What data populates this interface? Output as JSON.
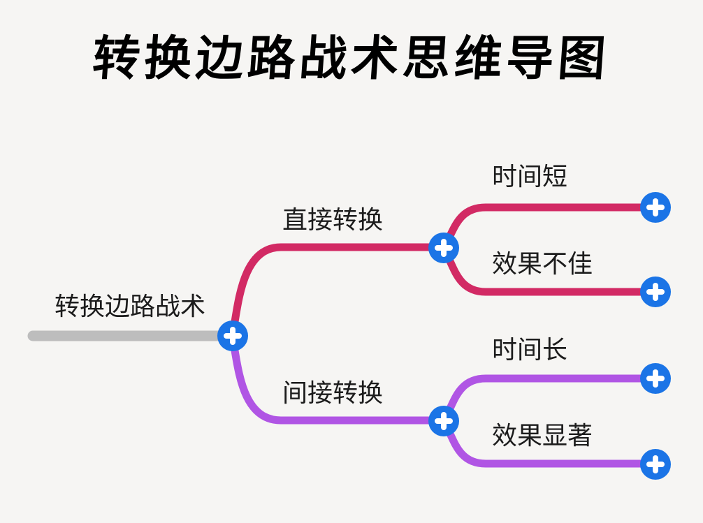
{
  "title": "转换边路战术思维导图",
  "colors": {
    "background": "#f6f5f3",
    "title": "#000000",
    "text": "#1c1c1c",
    "root_line": "#bdbdbd",
    "branch_direct": "#d22a64",
    "branch_indirect": "#b055e4",
    "add_button_bg": "#1b74e6",
    "add_button_glyph": "#ffffff"
  },
  "icons": {
    "add": "plus"
  },
  "mindmap": {
    "add_button_label": "+",
    "root": {
      "label": "转换边路战术"
    },
    "branches": [
      {
        "label": "直接转换",
        "color": "#d22a64",
        "children": [
          {
            "label": "时间短"
          },
          {
            "label": "效果不佳"
          }
        ]
      },
      {
        "label": "间接转换",
        "color": "#b055e4",
        "children": [
          {
            "label": "时间长"
          },
          {
            "label": "效果显著"
          }
        ]
      }
    ]
  }
}
